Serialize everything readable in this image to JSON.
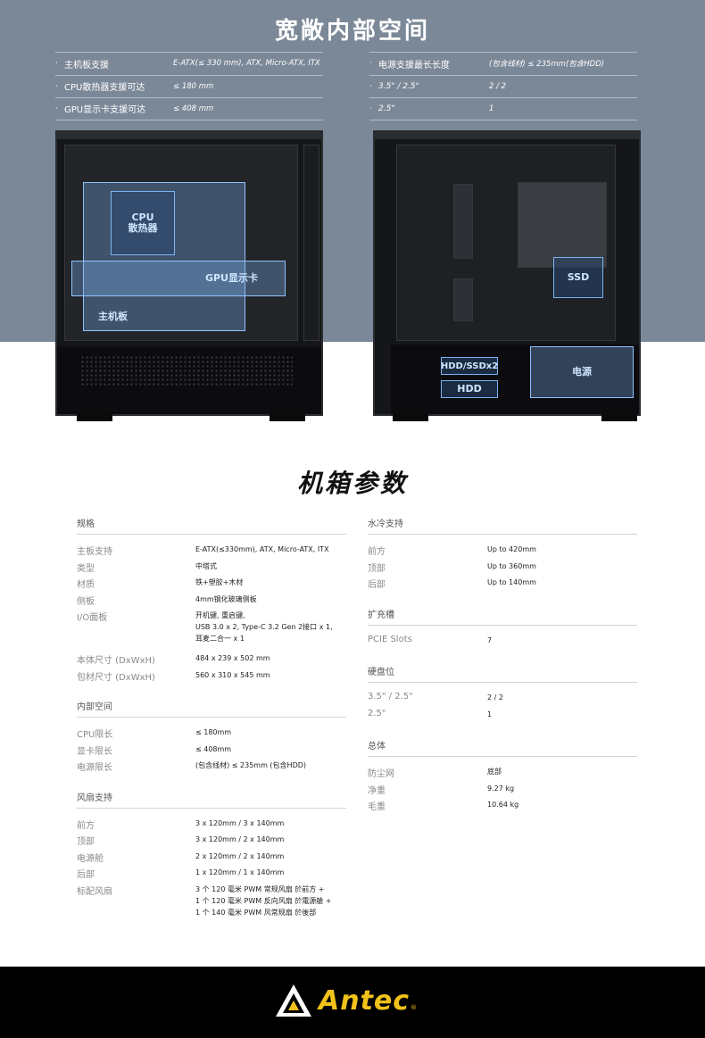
{
  "hero": {
    "title": "宽敞内部空间",
    "left_specs": [
      {
        "key": "主机板支援",
        "value": "E-ATX(≤ 330 mm), ATX, Micro-ATX, ITX"
      },
      {
        "key": "CPU散热器支援可达",
        "value": "≤ 180 mm"
      },
      {
        "key": "GPU显示卡支援可达",
        "value": "≤ 408 mm"
      }
    ],
    "right_specs": [
      {
        "key": "电源支援最长长度",
        "value": "(包含线材) ≤ 235mm(包含HDD)"
      },
      {
        "key": "3.5\" / 2.5\"",
        "value": "2 / 2"
      },
      {
        "key": "2.5\"",
        "value": "1"
      }
    ],
    "zones": {
      "cpu": "CPU\n散热器",
      "gpu": "GPU显示卡",
      "motherboard": "主机板",
      "ssd": "SSD",
      "hdd_ssd": "HDD/SSDx2",
      "hdd": "HDD",
      "psu": "电源"
    },
    "colors": {
      "background": "#7b8898",
      "zone": "#8fc3ff"
    }
  },
  "specs": {
    "title": "机箱参数",
    "left": [
      {
        "heading": "规格",
        "rows": [
          {
            "k": "主板支持",
            "v": "E-ATX(≤330mm), ATX, Micro-ATX, ITX"
          },
          {
            "k": "类型",
            "v": "中塔式"
          },
          {
            "k": "材质",
            "v": "铁+塑胶+木材"
          },
          {
            "k": "侧板",
            "v": "4mm钢化玻璃侧板"
          },
          {
            "k": "I/O面板",
            "v": "开机键, 重启键,\nUSB 3.0 x 2, Type-C 3.2 Gen 2接口 x 1,\n耳麦二合一 x 1"
          },
          {
            "k": "本体尺寸 (DxWxH)",
            "v": "484 x 239 x 502 mm"
          },
          {
            "k": "包材尺寸 (DxWxH)",
            "v": "560 x 310 x 545 mm"
          }
        ]
      },
      {
        "heading": "内部空间",
        "rows": [
          {
            "k": "CPU限长",
            "v": "≤ 180mm"
          },
          {
            "k": "显卡限长",
            "v": "≤ 408mm"
          },
          {
            "k": "电源限长",
            "v": "(包含线材) ≤ 235mm (包含HDD)"
          }
        ]
      },
      {
        "heading": "风扇支持",
        "rows": [
          {
            "k": "前方",
            "v": "3 x 120mm / 3 x 140mm"
          },
          {
            "k": "顶部",
            "v": "3 x 120mm / 2 x 140mm"
          },
          {
            "k": "电源舱",
            "v": "2 x 120mm / 2 x 140mm"
          },
          {
            "k": "后部",
            "v": "1 x 120mm / 1 x 140mm"
          },
          {
            "k": "标配风扇",
            "v": "3 个 120 毫米 PWM 常规风扇 於前方 +\n1 个 120 毫米 PWM 反向风扇 於電源艙 +\n1 个 140 毫米 PWM 风常规扇 於後部"
          }
        ]
      }
    ],
    "right": [
      {
        "heading": "水冷支持",
        "rows": [
          {
            "k": "前方",
            "v": "Up to 420mm"
          },
          {
            "k": "顶部",
            "v": "Up to 360mm"
          },
          {
            "k": "后部",
            "v": "Up to 140mm"
          }
        ]
      },
      {
        "heading": "扩充槽",
        "rows": [
          {
            "k": "PCIE Slots",
            "v": "7"
          }
        ]
      },
      {
        "heading": "硬盘位",
        "rows": [
          {
            "k": "3.5\" / 2.5\"",
            "v": "2 / 2"
          },
          {
            "k": "2.5\"",
            "v": "1"
          }
        ]
      },
      {
        "heading": "总体",
        "rows": [
          {
            "k": "防尘网",
            "v": "底部"
          },
          {
            "k": "净重",
            "v": "9.27 kg"
          },
          {
            "k": "毛重",
            "v": "10.64 kg"
          }
        ]
      }
    ]
  },
  "footer": {
    "brand": "Antec",
    "reg": "®",
    "logo_icon": "antec-triangle-logo-icon",
    "brand_color": "#f2c21b"
  }
}
